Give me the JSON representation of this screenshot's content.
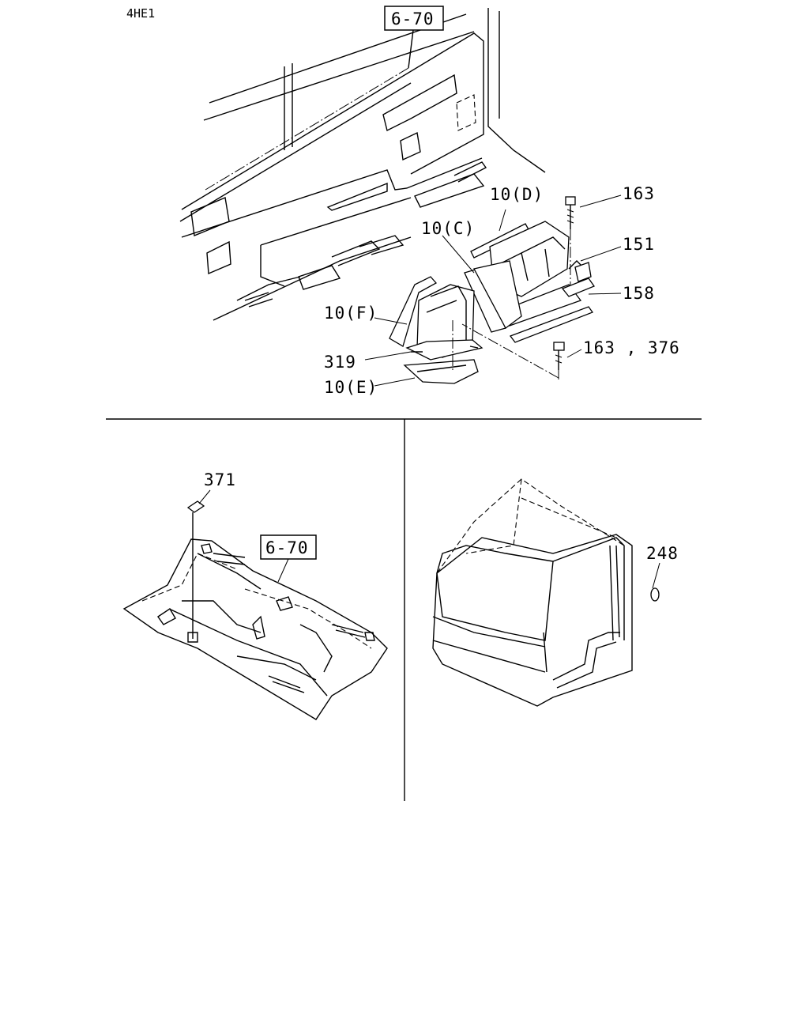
{
  "model_code": "4HE1",
  "top_view": {
    "ref_box": "6-70",
    "callouts": {
      "p163": "163",
      "p151": "151",
      "p158": "158",
      "p163_376": "163 , 376",
      "p10D": "10(D)",
      "p10C": "10(C)",
      "p10F": "10(F)",
      "p319": "319",
      "p10E": "10(E)"
    }
  },
  "bottom_left_view": {
    "ref_box": "6-70",
    "callouts": {
      "p371": "371"
    }
  },
  "bottom_right_view": {
    "callouts": {
      "p248": "248"
    }
  }
}
